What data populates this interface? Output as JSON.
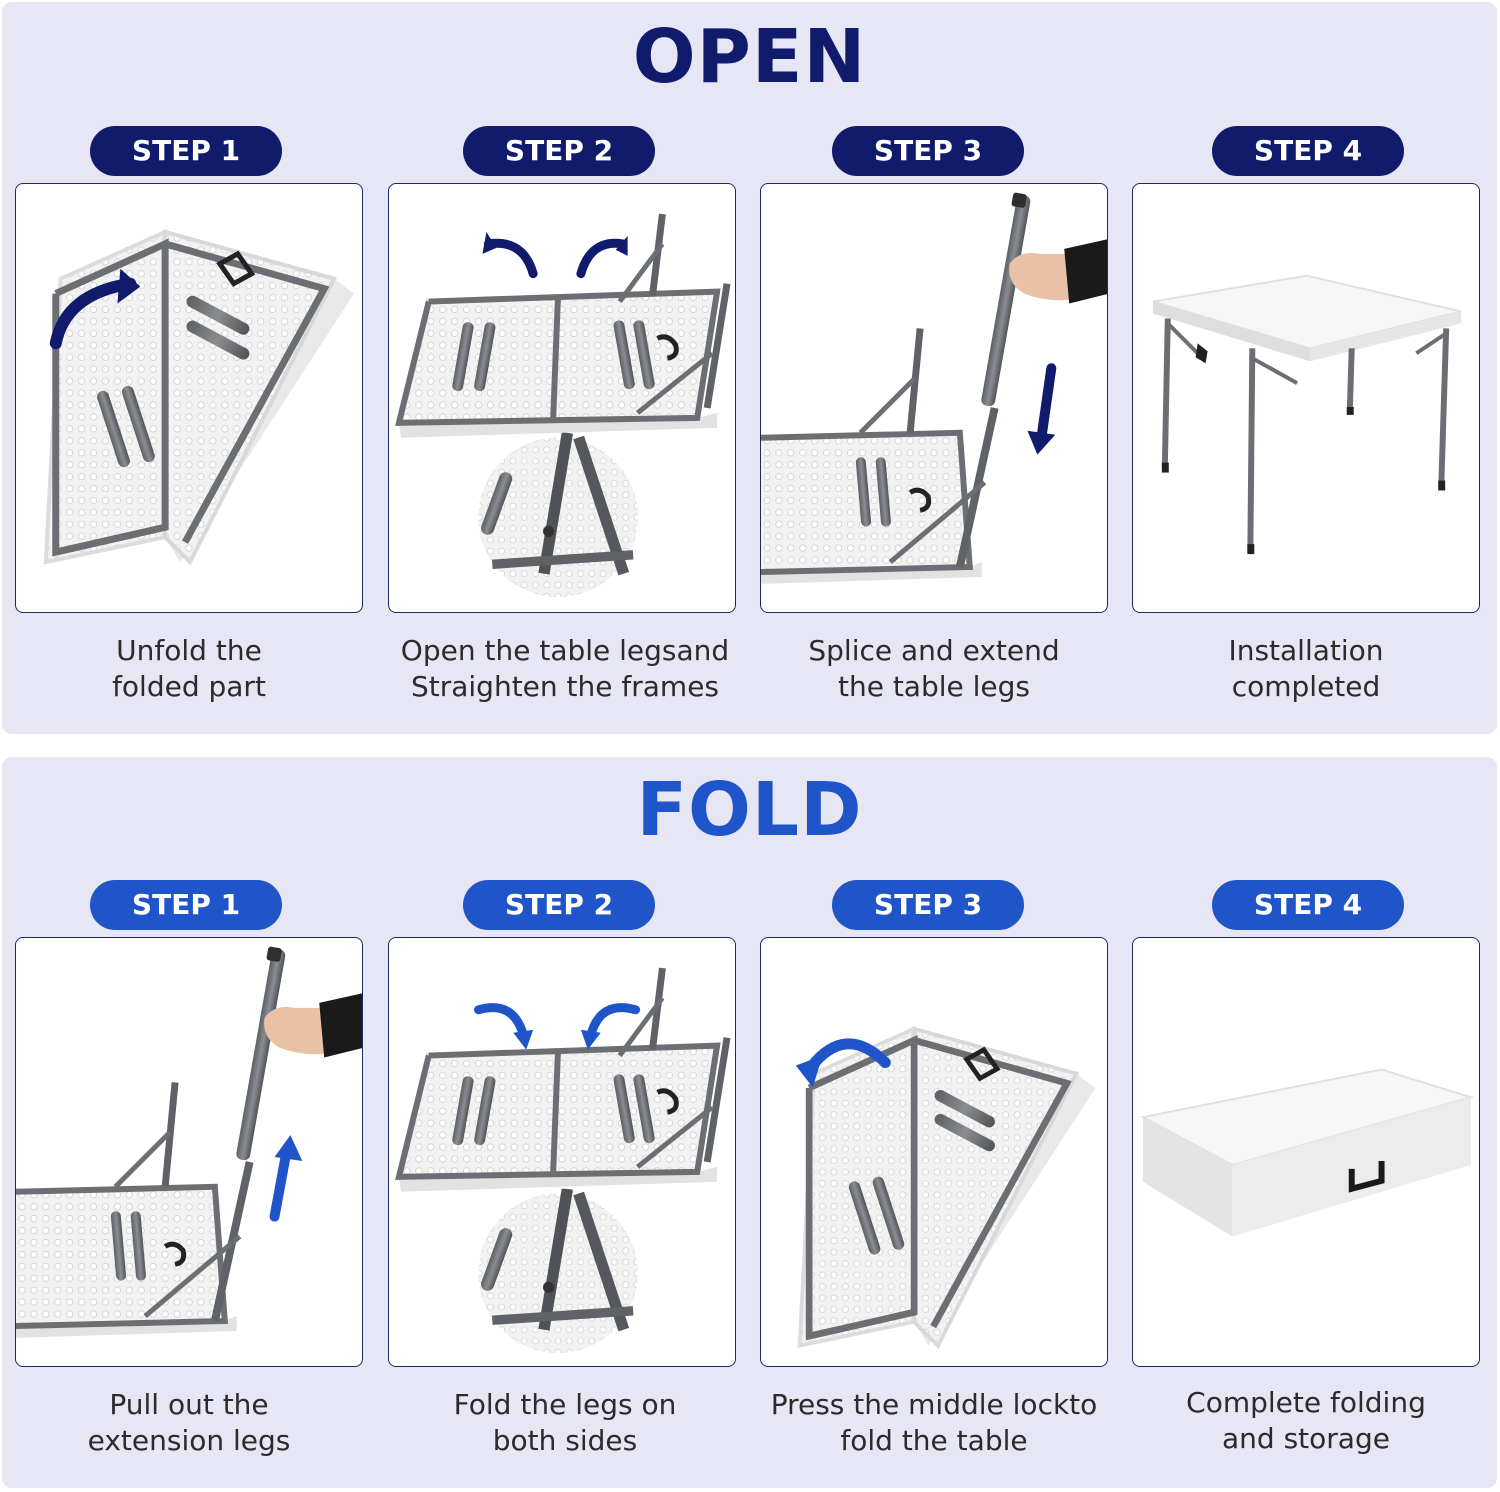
{
  "colors": {
    "open_accent": "#111b6b",
    "fold_accent": "#1f55c9",
    "background": "#e6e6f4",
    "frame_gray": "#6b6e72",
    "table_white": "#f4f4f4"
  },
  "open": {
    "title": "OPEN",
    "steps": [
      {
        "label": "STEP 1",
        "caption": [
          "Unfold the",
          "folded part"
        ]
      },
      {
        "label": "STEP 2",
        "caption": [
          "Open the table legsand",
          "Straighten the frames"
        ]
      },
      {
        "label": "STEP 3",
        "caption": [
          "Splice and extend",
          "the table legs"
        ]
      },
      {
        "label": "STEP 4",
        "caption": [
          "Installation",
          "completed"
        ]
      }
    ]
  },
  "fold": {
    "title": "FOLD",
    "steps": [
      {
        "label": "STEP 1",
        "caption": [
          "Pull out the",
          "extension legs"
        ]
      },
      {
        "label": "STEP 2",
        "caption": [
          "Fold the legs on",
          "both sides"
        ]
      },
      {
        "label": "STEP 3",
        "caption": [
          "Press the middle lockto",
          "fold the table"
        ]
      },
      {
        "label": "STEP 4",
        "caption": [
          "Complete folding",
          "and storage"
        ]
      }
    ]
  }
}
